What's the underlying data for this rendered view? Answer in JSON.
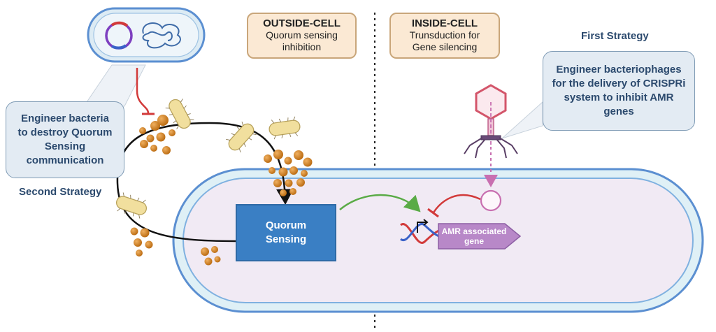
{
  "outside_cell": {
    "title": "OUTSIDE-CELL",
    "line1": "Quorum sensing",
    "line2": "inhibition"
  },
  "inside_cell": {
    "title": "INSIDE-CELL",
    "line1": "Trunsduction for",
    "line2": "Gene silencing"
  },
  "first_strategy": {
    "label": "First Strategy",
    "line1": "Engineer bacteriophages",
    "line2": "for the delivery of CRISPRi",
    "line3": "system to inhibit AMR",
    "line4": "genes"
  },
  "second_strategy": {
    "label": "Second Strategy",
    "line1": "Engineer bacteria",
    "line2": "to destroy Quorum",
    "line3": "Sensing",
    "line4": "communication"
  },
  "quorum_box": {
    "line1": "Quorum",
    "line2": "Sensing"
  },
  "gene_label": {
    "line1": "AMR associated",
    "line2": "gene"
  },
  "colors": {
    "cell_fill": "#f1eaf4",
    "cell_border": "#5b8fd1",
    "quorum_box": "#3a7fc4",
    "inhibit_red": "#d23a3a",
    "signal_green": "#5aab46",
    "phage_pink": "#d98fbf",
    "gene_purple": "#b888c8",
    "molecule_orange": "#c97a1c",
    "callout_text": "#2c4a6e"
  },
  "icons": [
    "plasmid-icon",
    "bacterial-chromosome-icon",
    "rod-bacterium-icon",
    "signal-molecule-icon",
    "bacteriophage-icon",
    "dna-helix-icon",
    "circular-dna-icon",
    "promoter-arrow-icon"
  ]
}
